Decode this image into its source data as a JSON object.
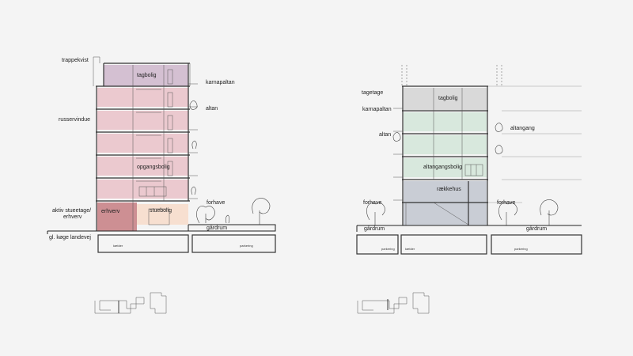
{
  "left_section": {
    "labels": {
      "trappekvist": "trappekvist",
      "tagbolig": "tagbolig",
      "karnapaltan": "karnapaltan",
      "altan": "altan",
      "russervindue": "russervindue",
      "opgangsbolig": "opgangsbolig",
      "forhave": "forhave",
      "aktiv_stueetage_line1": "aktiv stueetage/",
      "aktiv_stueetage_line2": "erhverv",
      "erhverv": "erhverv",
      "stuebolig": "stuebolig",
      "gardrum": "gårdrum",
      "road": "gl. køge landevej",
      "kaelder": "kælder",
      "parkering": "parkering"
    },
    "colors": {
      "floor": "#ebc9cf",
      "roof": "#d4c0d2",
      "erhverv": "#cd8f93",
      "stuebolig": "#f7dfd0"
    }
  },
  "right_section": {
    "labels": {
      "tagetage": "tagetage",
      "tagbolig": "tagbolig",
      "karnapaltan": "karnapaltan",
      "altan": "altan",
      "altangang": "altangang",
      "altangangsbolig": "altangangsbolig",
      "raekkehus": "rækkehus",
      "forhave_left": "forhave",
      "forhave_right": "forhave",
      "gardrum_left": "gårdrum",
      "gardrum_right": "gårdrum",
      "parkering_left": "parkering",
      "kaelder": "kælder",
      "parkering_right": "parkering"
    },
    "colors": {
      "top": "#d9d9d9",
      "floor": "#d8e8dd",
      "raekkehus": "#c9cdd5"
    }
  }
}
